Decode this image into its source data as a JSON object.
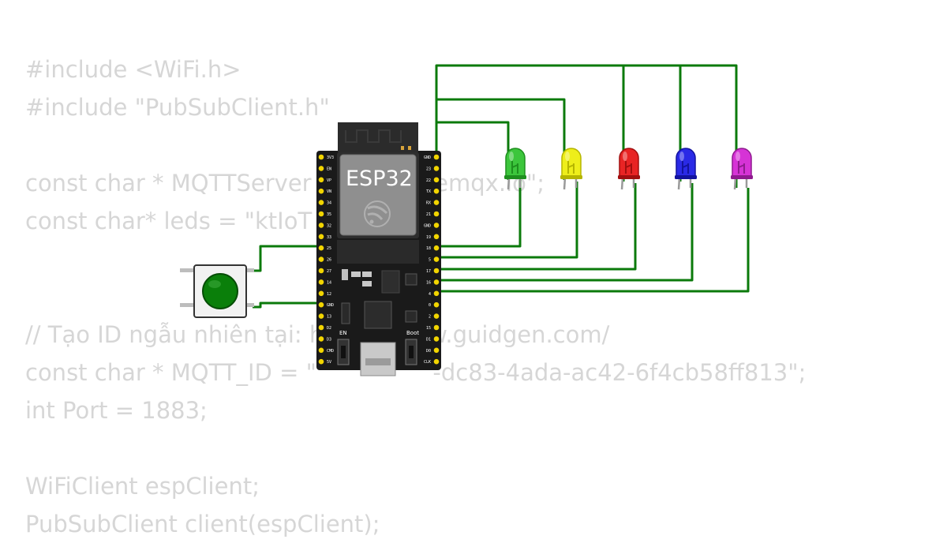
{
  "code_lines": [
    "#include <WiFi.h>",
    "#include \"PubSubClient.h\"",
    "",
    "const char * MQTTServer = \"broker.emqx.io\";",
    "const char* leds = \"ktIoT",
    "",
    "",
    "// Tạo ID ngẫu nhiên tại: https://www.guidgen.com/",
    "const char * MQTT_ID = \"                -dc83-4ada-ac42-6f4cb58ff813\";",
    "int Port = 1883;",
    "",
    "WiFiClient espClient;",
    "PubSubClient client(espClient);"
  ],
  "board": {
    "chip_label": "ESP32",
    "left_pins": [
      "3V3",
      "EN",
      "VP",
      "VN",
      "34",
      "35",
      "32",
      "33",
      "25",
      "26",
      "27",
      "14",
      "12",
      "GND",
      "13",
      "D2",
      "D3",
      "CMD",
      "5V"
    ],
    "right_pins": [
      "GND",
      "23",
      "22",
      "TX",
      "RX",
      "21",
      "GND",
      "19",
      "18",
      "5",
      "17",
      "16",
      "4",
      "0",
      "2",
      "15",
      "D1",
      "D0",
      "CLK"
    ],
    "en_label": "EN",
    "boot_label": "Boot"
  },
  "leds": [
    {
      "color_name": "green",
      "body": "#3cc63c",
      "dark": "#1e8f1e"
    },
    {
      "color_name": "yellow",
      "body": "#eeee1a",
      "dark": "#b5b500"
    },
    {
      "color_name": "red",
      "body": "#e82424",
      "dark": "#a20f0f"
    },
    {
      "color_name": "blue",
      "body": "#2a2ae6",
      "dark": "#13139e"
    },
    {
      "color_name": "magenta",
      "body": "#d633d6",
      "dark": "#8f1a8f"
    }
  ],
  "colors": {
    "wire": "#0b7a0b",
    "board": "#1a1a1a",
    "pin_header": "#f2d500",
    "code_text": "#d6d6d6",
    "button_cap": "#0a7f0a"
  }
}
